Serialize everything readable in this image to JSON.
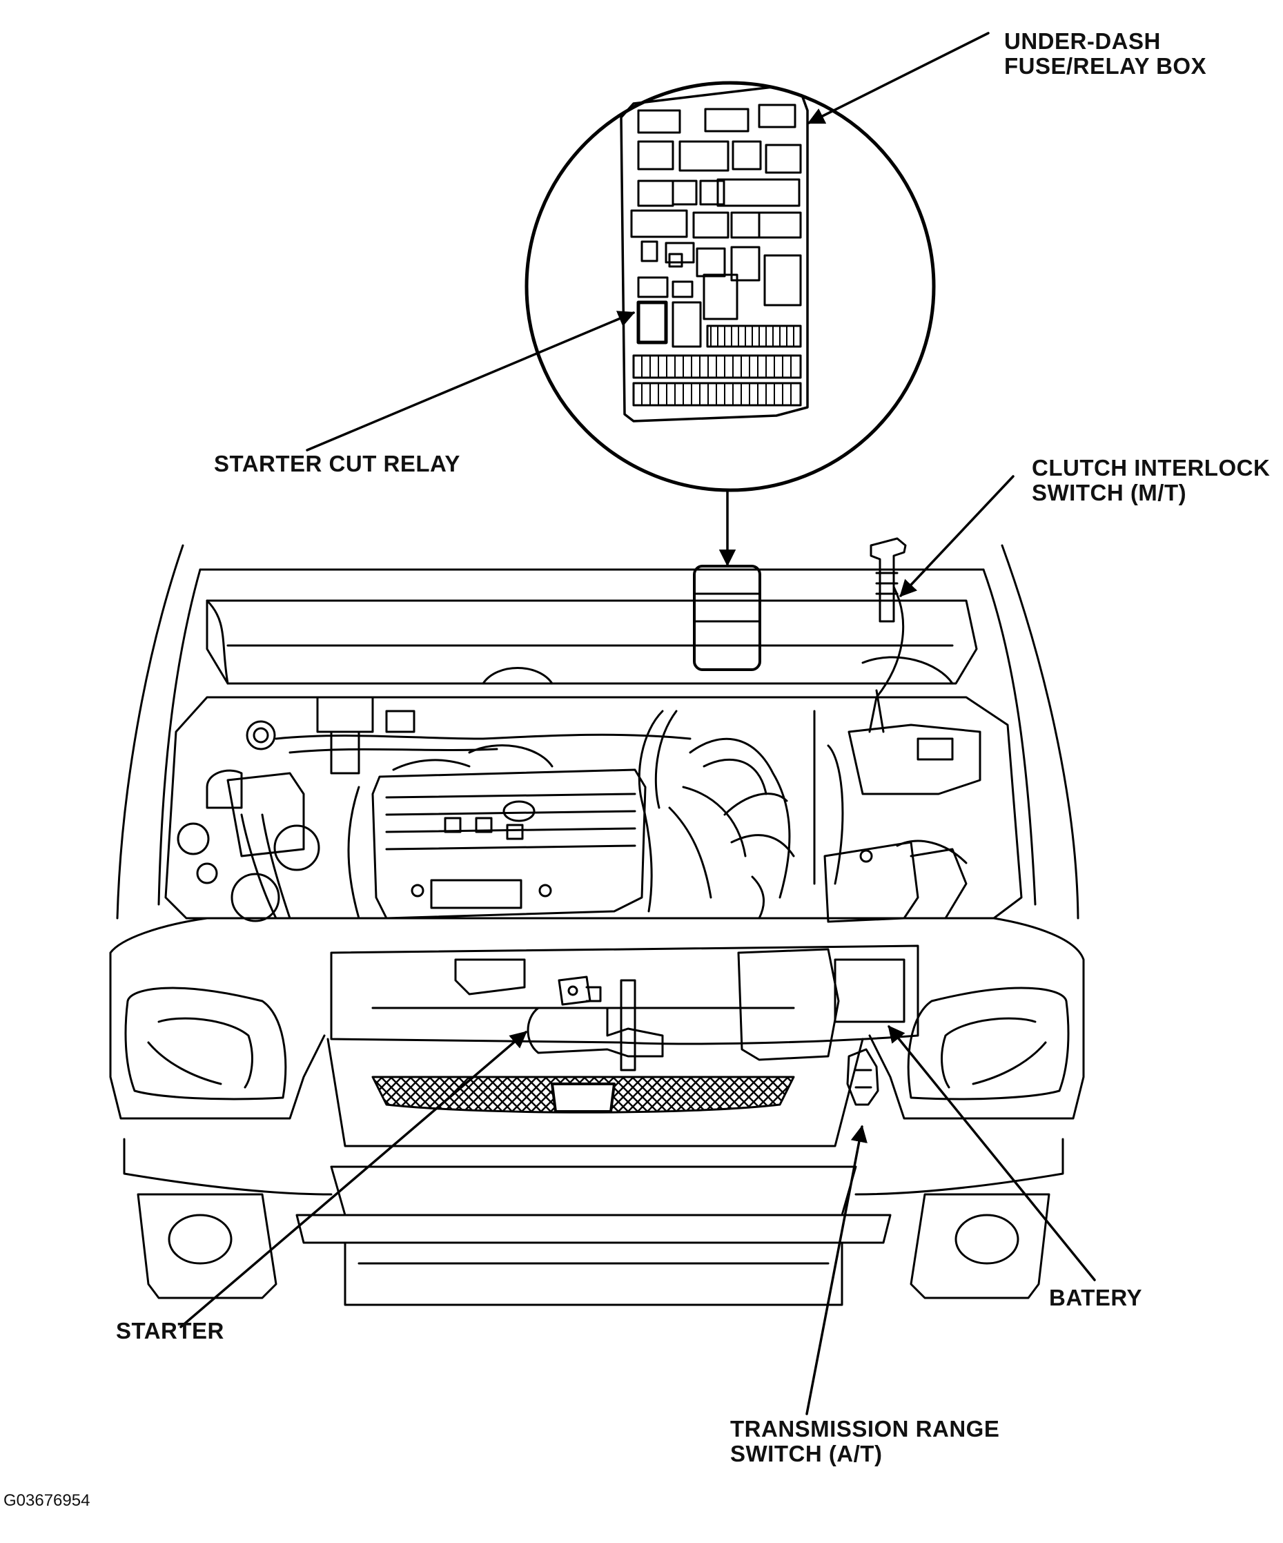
{
  "labels": {
    "fuse_box_line1": "UNDER-DASH",
    "fuse_box_line2": "FUSE/RELAY BOX",
    "starter_cut_relay": "STARTER CUT RELAY",
    "clutch_line1": "CLUTCH  INTERLOCK",
    "clutch_line2": "SWITCH (M/T)",
    "starter": "STARTER",
    "battery": "BATERY",
    "transmission_line1": "TRANSMISSION RANGE",
    "transmission_line2": "SWITCH (A/T)"
  },
  "figure_code": "G03676954"
}
